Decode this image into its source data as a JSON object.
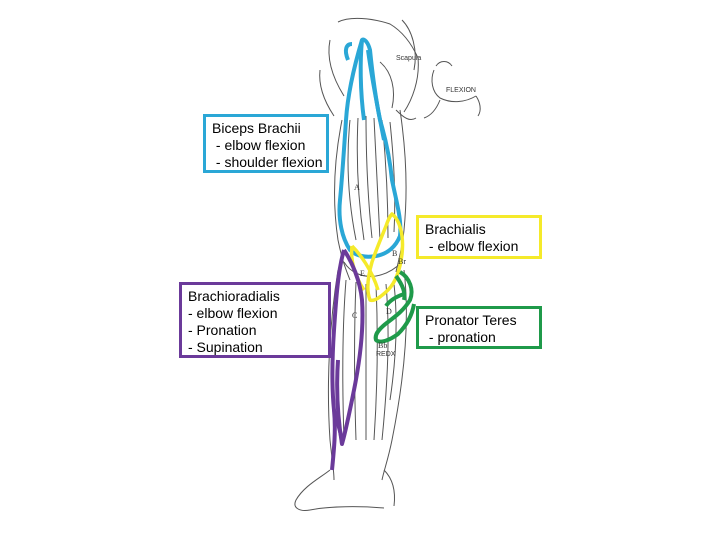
{
  "labels": {
    "biceps": {
      "title": "Biceps Brachii",
      "functions": [
        " - elbow flexion",
        " - shoulder flexion"
      ],
      "color": "#2aa7d6"
    },
    "brachialis": {
      "title": "Brachialis",
      "functions": [
        " - elbow flexion"
      ],
      "color": "#f5ea2a"
    },
    "brachioradialis": {
      "title": "Brachioradialis",
      "functions": [
        "- elbow flexion",
        "- Pronation",
        "- Supination"
      ],
      "color": "#6b3a9a"
    },
    "pronator": {
      "title": "Pronator Teres",
      "functions": [
        " - pronation"
      ],
      "color": "#1f9a4a"
    }
  },
  "sketch_text": {
    "scapula": "Scapula",
    "flexion": "FLEXION",
    "letter_a": "A",
    "letter_b": "B",
    "letter_c": "C",
    "letter_d": "D",
    "letter_bb": "Bb",
    "letter_br": "Br",
    "label_e": "E",
    "reduction": "REDX"
  }
}
